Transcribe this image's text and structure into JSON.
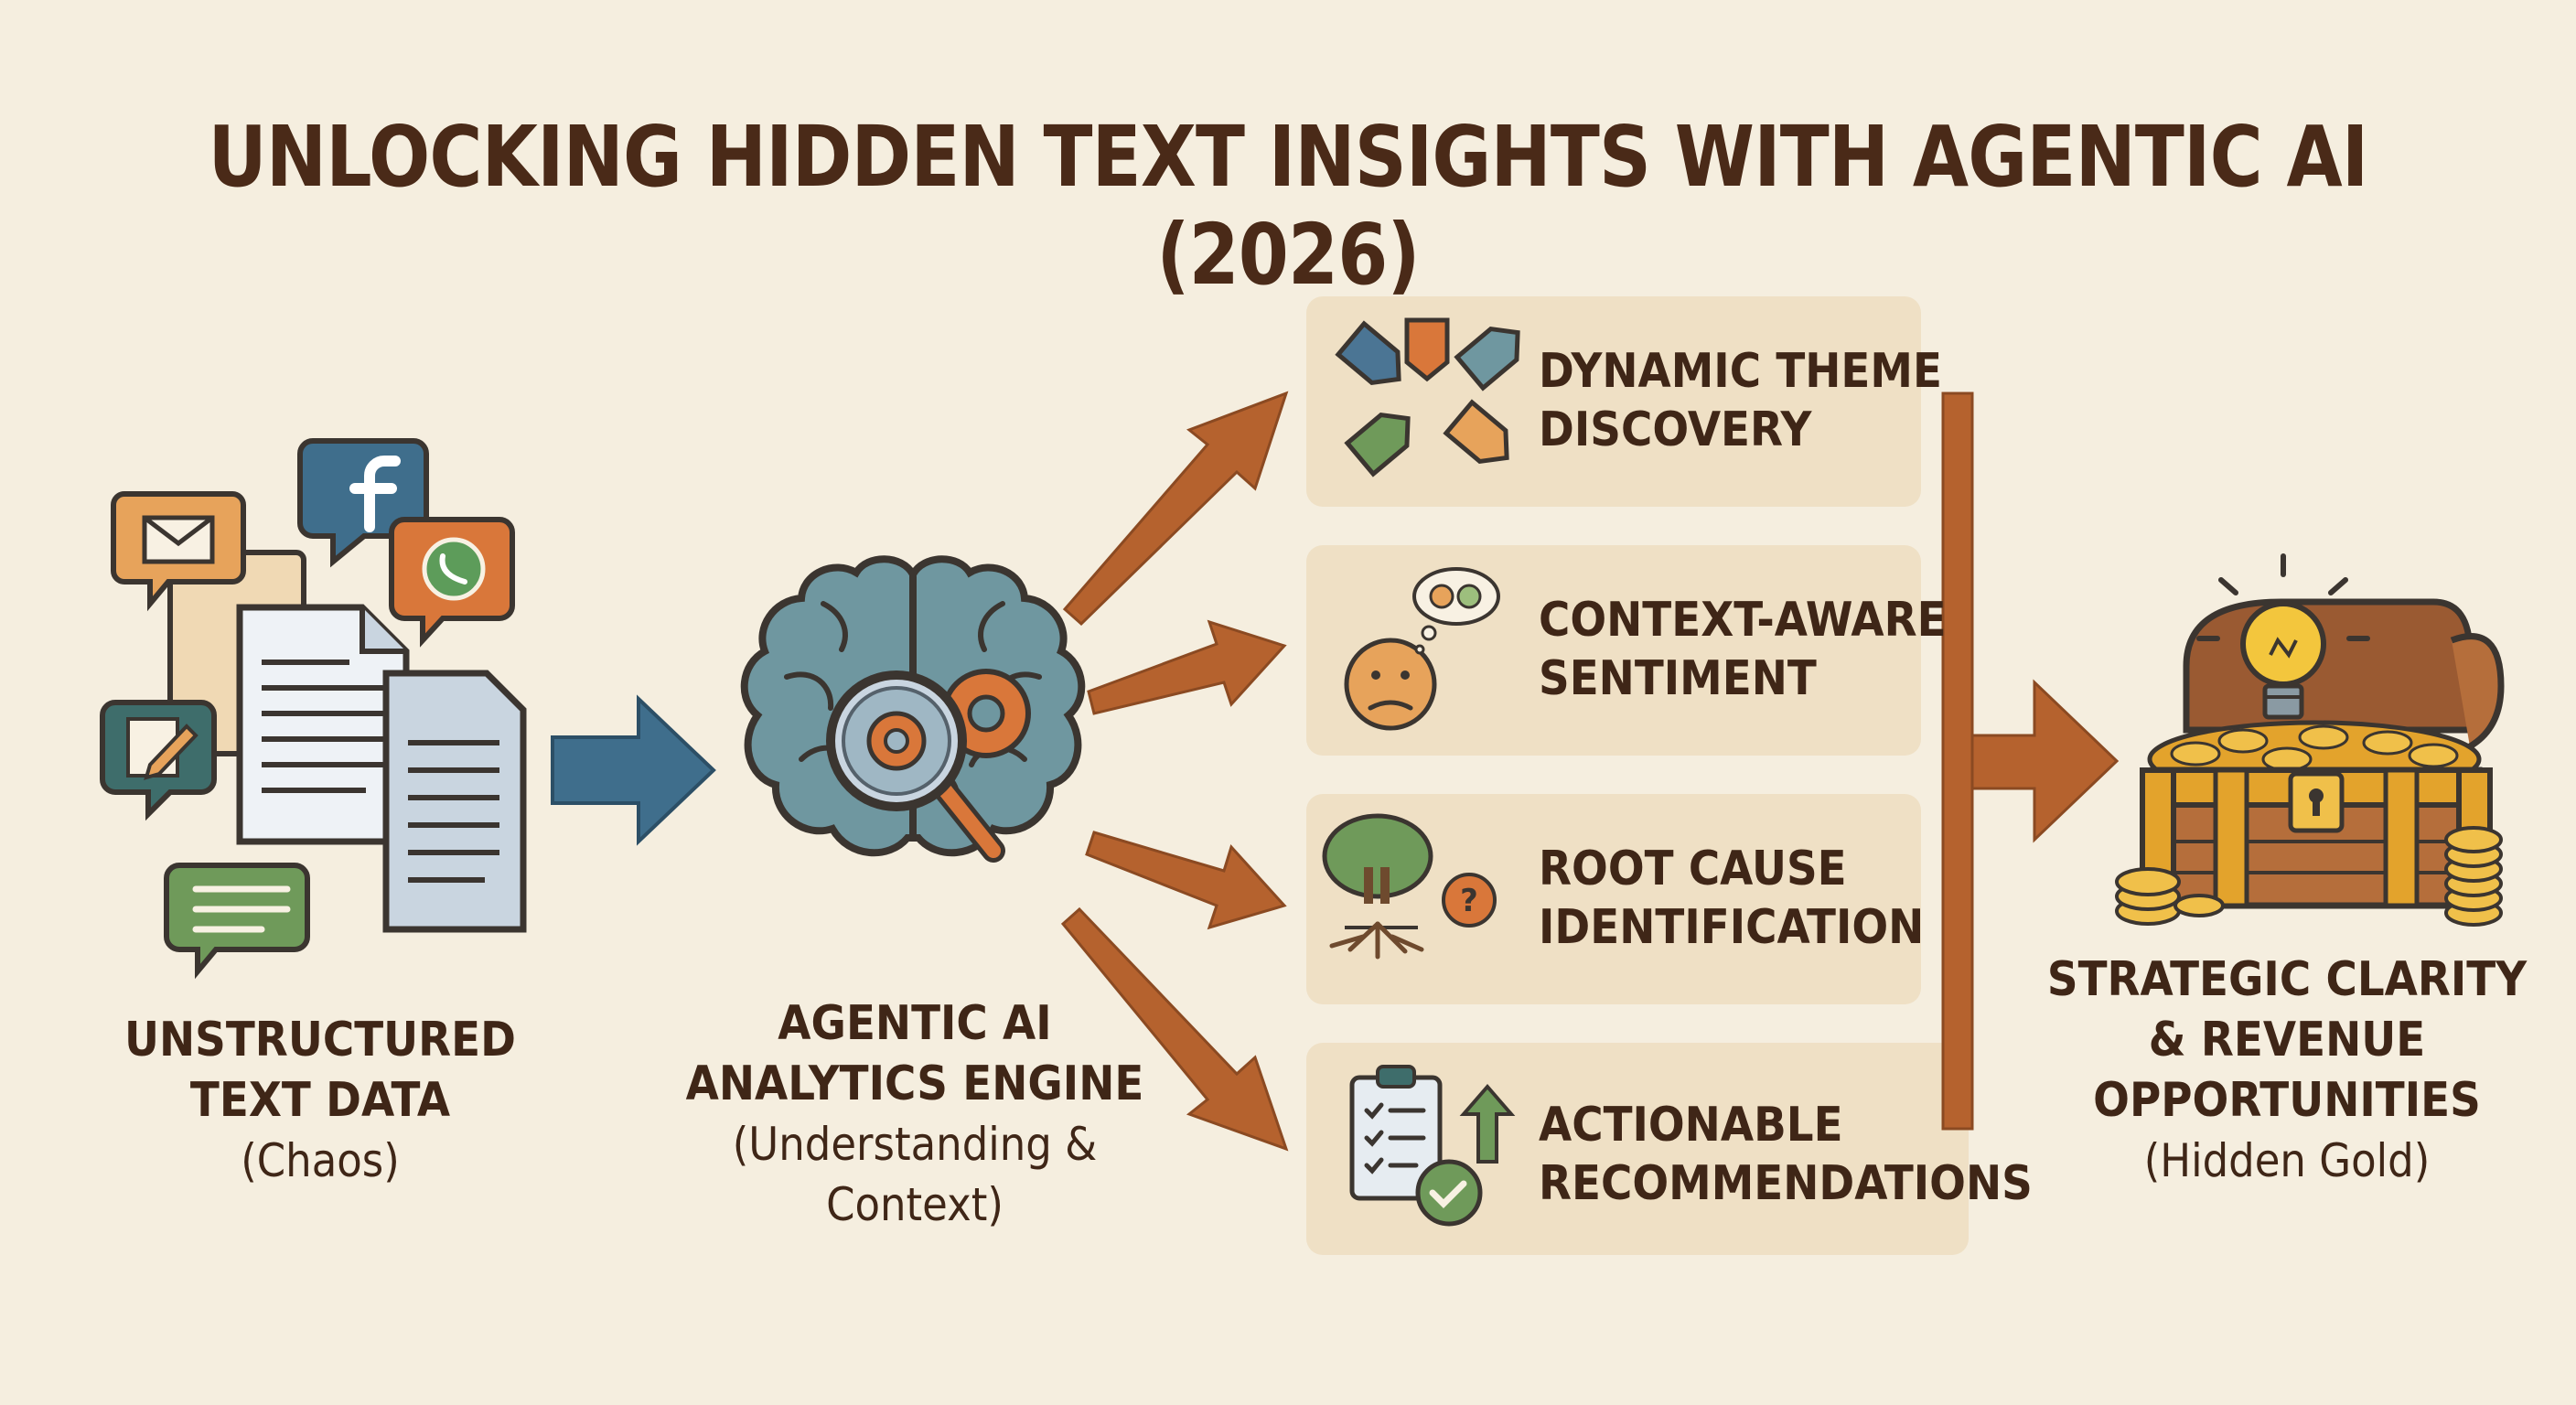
{
  "title": "UNLOCKING HIDDEN TEXT INSIGHTS WITH AGENTIC AI (2026)",
  "stages": [
    {
      "title_line1": "UNSTRUCTURED",
      "title_line2": "TEXT DATA",
      "subtitle": "(Chaos)"
    },
    {
      "title_line1": "AGENTIC AI",
      "title_line2": "ANALYTICS ENGINE",
      "subtitle_line1": "(Understanding &",
      "subtitle_line2": "Context)"
    },
    {
      "title_line1": "STRATEGIC CLARITY",
      "title_line2": "& REVENUE",
      "title_line3": "OPPORTUNITIES",
      "subtitle": "(Hidden Gold)"
    }
  ],
  "capabilities": [
    {
      "line1": "DYNAMIC THEME",
      "line2": "DISCOVERY",
      "icon": "tags-icon"
    },
    {
      "line1": "CONTEXT-AWARE",
      "line2": "SENTIMENT",
      "icon": "sentiment-face-icon"
    },
    {
      "line1": "ROOT CAUSE",
      "line2": "IDENTIFICATION",
      "icon": "tree-roots-icon"
    },
    {
      "line1": "ACTIONABLE",
      "line2": "RECOMMENDATIONS",
      "icon": "checklist-icon"
    }
  ],
  "colors": {
    "background": "#f5eedf",
    "text": "#4a2a18",
    "panel": "#efe0c5",
    "arrow_blue": "#3f6e8c",
    "arrow_orange": "#b5622e",
    "brain": "#6f97a0",
    "gold": "#e3a32c"
  }
}
